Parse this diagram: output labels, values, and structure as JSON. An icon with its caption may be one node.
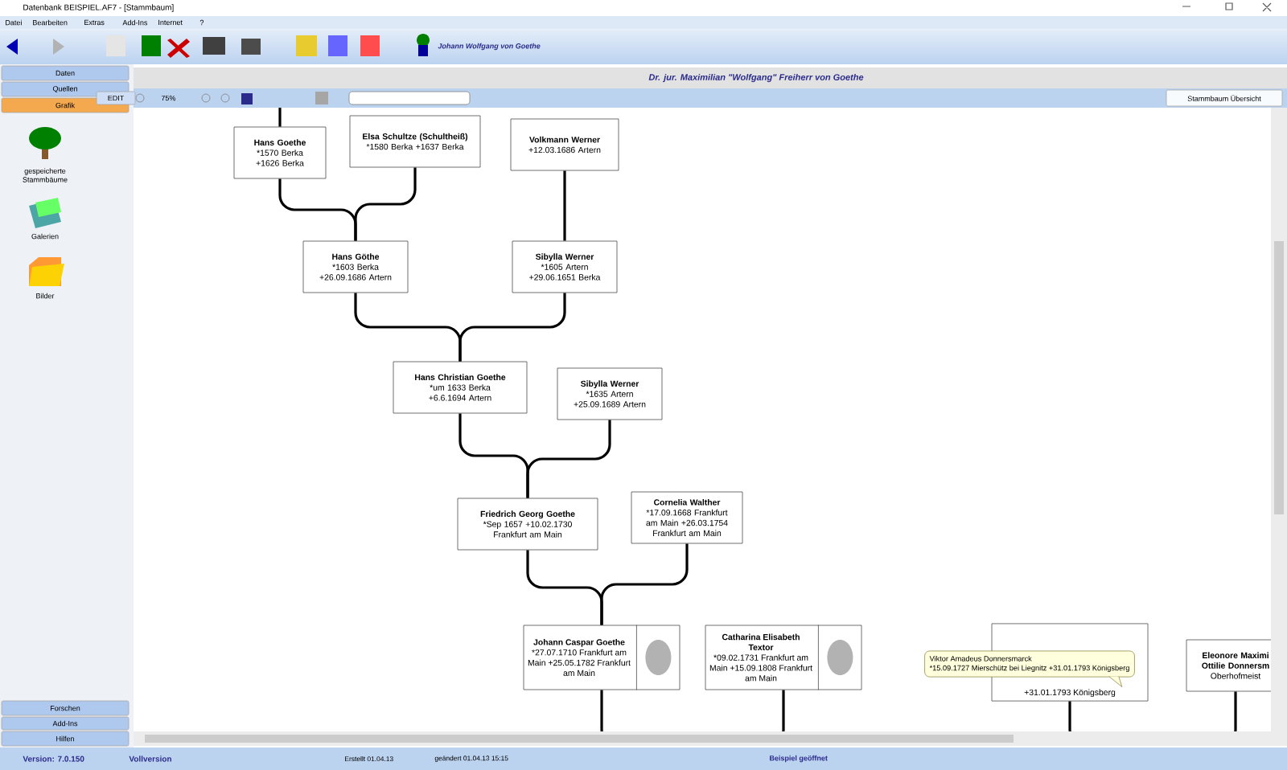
{
  "diagram": {
    "title": "Dr. jur. Maximilian \"Wolfgang\" Freiherr von Goethe",
    "nodes": [
      {
        "text": [
          "Hans Goethe",
          "*1570 Berka +1626 Berka"
        ]
      },
      {
        "text": [
          "Elsa Schultze (Schultheiß)",
          "*1580 Berka +1637 Berka"
        ]
      },
      {
        "text": [
          "Volkmann Werner",
          "+12.03.1686 Artern"
        ]
      },
      {
        "text": [
          "Hans Göthe",
          "*1603 Berka +26.09.1686 Artern"
        ]
      },
      {
        "text": [
          "Sibylla Werner",
          "*1605 Artern +29.06.1651 Berka"
        ]
      },
      {
        "text": [
          "Hans Christian Goethe",
          "*um 1633 Berka +6.6.1694 Artern"
        ]
      },
      {
        "text": [
          "Sibylla Werner",
          "*1635 Artern +25.09.1689 Artern"
        ]
      },
      {
        "text": [
          "Friedrich Georg Goethe",
          "*Sep 1657 +10.02.1730 Frankfurt am Main"
        ]
      },
      {
        "text": [
          "Cornelia Walther",
          "*17.09.1668 Frankfurt am Main +26.03.1754 Frankfurt am Main"
        ]
      },
      {
        "text": [
          "Johann Caspar Goethe",
          "*27.07.1710 Frankfurt am Main +25.05.1782 Frankfurt am Main"
        ]
      },
      {
        "text": [
          "Catharina Elisabeth Textor",
          "*09.02.1731 Frankfurt am Main +15.09.1808 Frankfurt am Main"
        ]
      },
      {
        "text": [
          "+31.01.1793 Königsberg"
        ]
      },
      {
        "text": [
          "Eleonore Maximi Ottilie Donnersm",
          "Oberhofmeist"
        ]
      },
      {
        "text": [
          "Viktor Amadeus Donnersmarck",
          "*15.09.1727 Mierschütz bei Liegnitz +31.01.1793 Königsberg"
        ]
      }
    ],
    "edges": [
      {
        "from": null,
        "to": 0,
        "arrow": "none"
      },
      {
        "from": 0,
        "to": 3,
        "arrow": "none"
      },
      {
        "from": 1,
        "to": 3,
        "arrow": "none"
      },
      {
        "from": 2,
        "to": 4,
        "arrow": "none"
      },
      {
        "from": 3,
        "to": 5,
        "arrow": "none"
      },
      {
        "from": 4,
        "to": 5,
        "arrow": "none"
      },
      {
        "from": 5,
        "to": 7,
        "arrow": "none"
      },
      {
        "from": 6,
        "to": 7,
        "arrow": "none"
      },
      {
        "from": 7,
        "to": 9,
        "arrow": "none"
      },
      {
        "from": 8,
        "to": 9,
        "arrow": "none"
      },
      {
        "from": 9,
        "to": null,
        "arrow": "none"
      },
      {
        "from": 10,
        "to": null,
        "arrow": "none"
      },
      {
        "from": 11,
        "to": null,
        "arrow": "none"
      },
      {
        "from": 12,
        "to": null,
        "arrow": "none"
      }
    ],
    "labels": [
      "Datenbank BEISPIEL.AF7 - [Stammbaum]",
      "Datei",
      "Bearbeiten",
      "Extras",
      "Add-Ins",
      "Internet",
      "?",
      "Johann Wolfgang von Goethe",
      "Daten",
      "Quellen",
      "Grafik",
      "EDIT",
      "75%",
      "Stammbaum Übersicht",
      "gespeicherte Stammbäume",
      "Galerien",
      "Bilder",
      "Forschen",
      "Add-Ins",
      "Hilfen",
      "Version: 7.0.150",
      "Vollversion",
      "Erstellt 01.04.13",
      "geändert 01.04.13 15:15",
      "Beispiel geöffnet"
    ]
  }
}
